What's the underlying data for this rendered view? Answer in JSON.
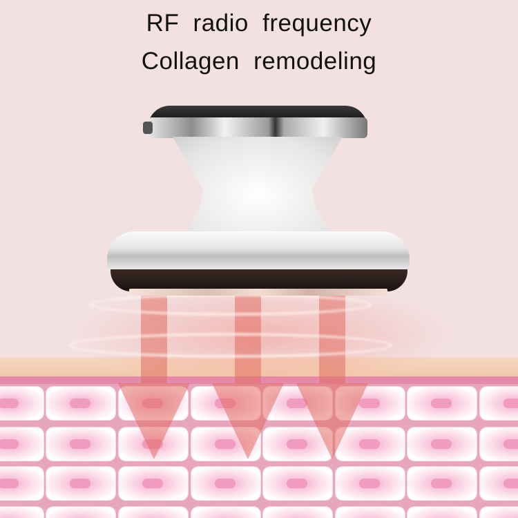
{
  "headline": {
    "line1": "RF radio frequency",
    "line2": "Collagen remodeling"
  },
  "colors": {
    "background": "#f3e1e2",
    "text": "#111111",
    "beam": "#e26e64",
    "dermis": "#e7a6bd",
    "epidermis": "#f6d7c2",
    "cell_nucleus": "#f09bbf"
  },
  "illustration": {
    "device": "rf-beauty-device",
    "beams": 3,
    "wave_rings": 2,
    "cell_rows": 4,
    "cell_columns": 8
  }
}
